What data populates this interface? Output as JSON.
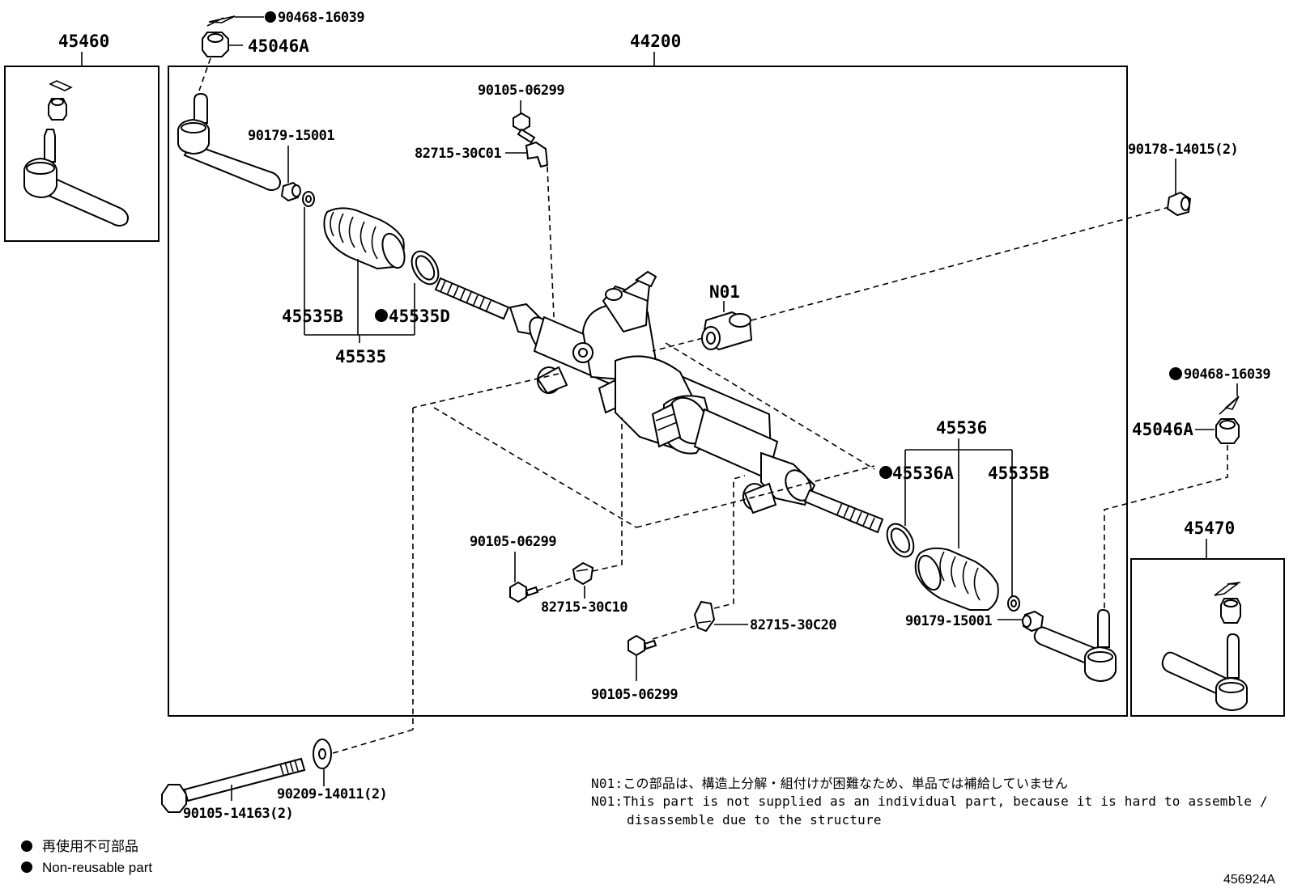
{
  "labels": {
    "p90468_top": "90468-16039",
    "p45046a_top": "45046A",
    "p45460": "45460",
    "p44200": "44200",
    "p90179_top": "90179-15001",
    "p90105_top": "90105-06299",
    "p82715_30c01": "82715-30C01",
    "p90178": "90178-14015(2)",
    "n01": "N01",
    "p45535b_left": "45535B",
    "p45535d": "45535D",
    "p45535": "45535",
    "p90468_right": "90468-16039",
    "p45046a_right": "45046A",
    "p45536": "45536",
    "p45536a": "45536A",
    "p45535b_right": "45535B",
    "p45470": "45470",
    "p90105_mid": "90105-06299",
    "p82715_30c10": "82715-30C10",
    "p82715_30c20": "82715-30C20",
    "p90179_bottom": "90179-15001",
    "p90105_bottom": "90105-06299",
    "p90209": "90209-14011(2)",
    "p90105_14163": "90105-14163(2)"
  },
  "notes": {
    "n01_ja": "N01:この部品は、構造上分解・組付けが困難なため、単品では補給していません",
    "n01_en_line1": "N01:This part is not supplied as an individual part, because it is hard to assemble /",
    "n01_en_line2": "disassemble due to the structure"
  },
  "legend": {
    "ja": "再使用不可部品",
    "en": "Non-reusable part"
  },
  "figure_id": "456924A"
}
